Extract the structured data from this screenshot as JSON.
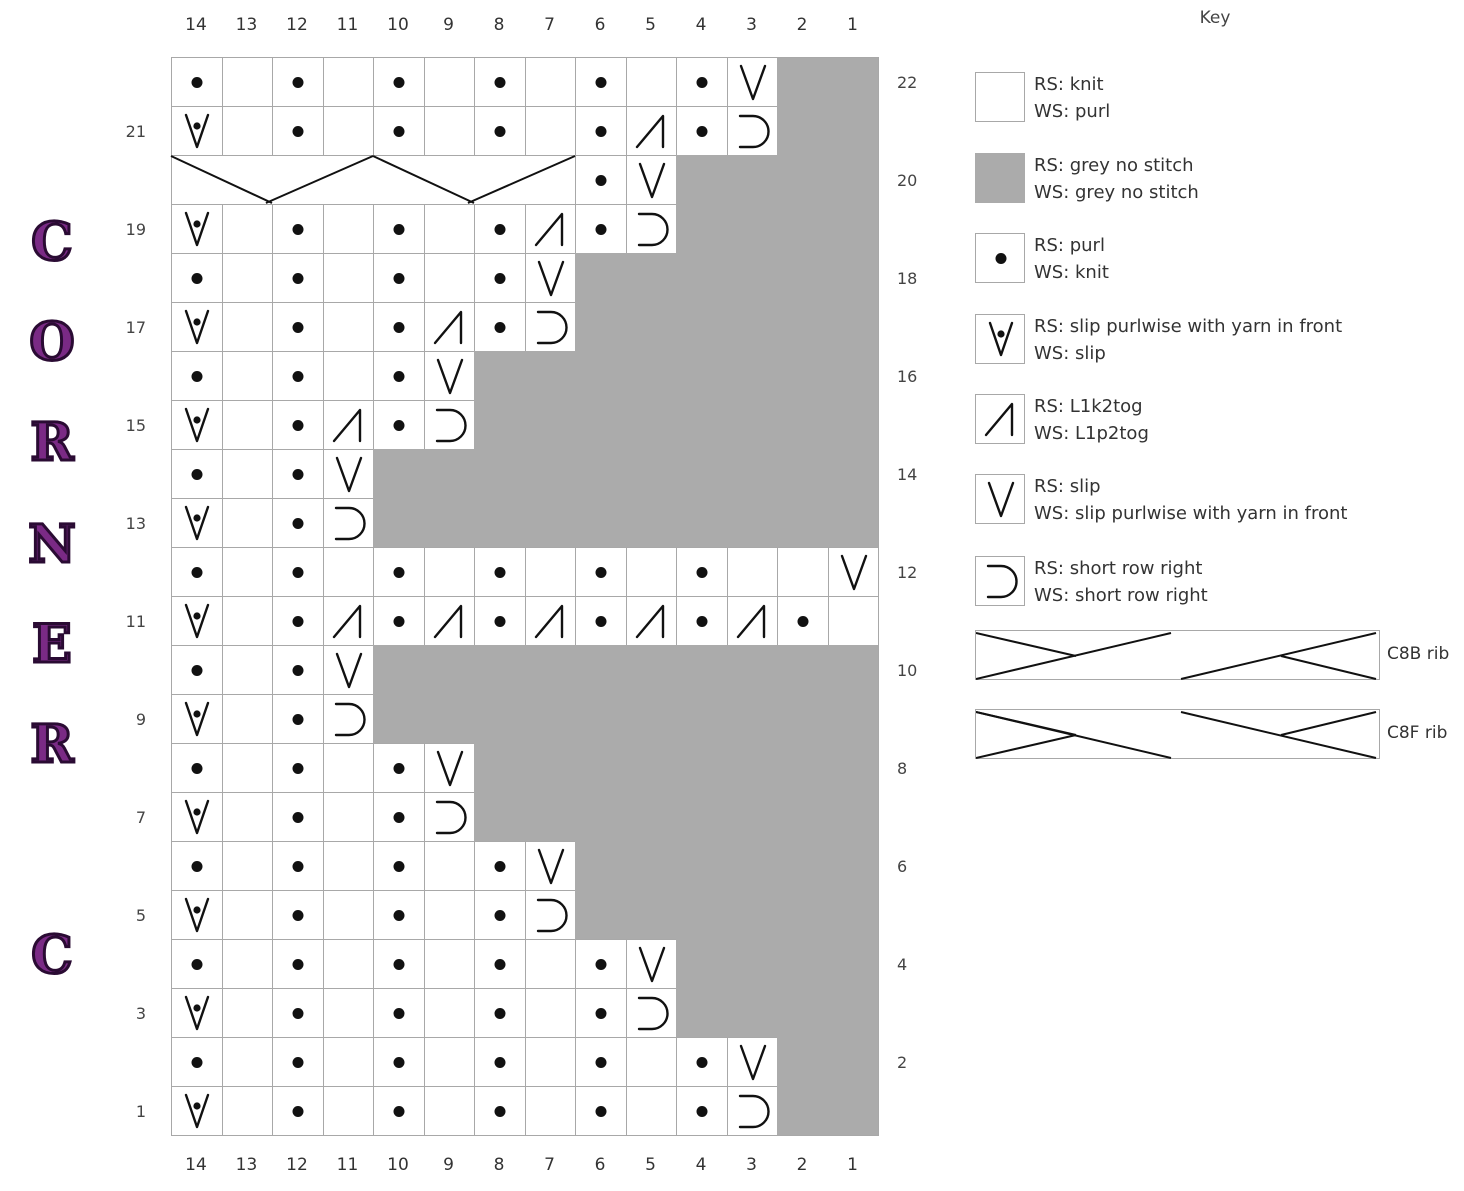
{
  "side_text": {
    "letters": [
      "C",
      "O",
      "R",
      "N",
      "E",
      "R",
      "C"
    ]
  },
  "chart": {
    "column_numbers": [
      "14",
      "13",
      "12",
      "11",
      "10",
      "9",
      "8",
      "7",
      "6",
      "5",
      "4",
      "3",
      "2",
      "1"
    ],
    "right_row_numbers": [
      "22",
      "20",
      "18",
      "16",
      "14",
      "12",
      "10",
      "8",
      "6",
      "4",
      "2"
    ],
    "left_row_numbers": [
      "21",
      "19",
      "17",
      "15",
      "13",
      "11",
      "9",
      "7",
      "5",
      "3",
      "1"
    ],
    "rows": [
      {
        "row": 22,
        "cells": [
          "p",
          "k",
          "p",
          "k",
          "p",
          "k",
          "p",
          "k",
          "p",
          "k",
          "p",
          "sl",
          "g",
          "g"
        ]
      },
      {
        "row": 21,
        "cells": [
          "swyif",
          "k",
          "p",
          "k",
          "p",
          "k",
          "p",
          "k",
          "p",
          "l1k2tog",
          "p",
          "srr",
          "g",
          "g"
        ]
      },
      {
        "row": 20,
        "cells": [
          "cable",
          "cable",
          "cable",
          "cable",
          "cable",
          "cable",
          "cable",
          "cable",
          "p",
          "sl",
          "g",
          "g",
          "g",
          "g"
        ]
      },
      {
        "row": 19,
        "cells": [
          "swyif",
          "k",
          "p",
          "k",
          "p",
          "k",
          "p",
          "l1k2tog",
          "p",
          "srr",
          "g",
          "g",
          "g",
          "g"
        ]
      },
      {
        "row": 18,
        "cells": [
          "p",
          "k",
          "p",
          "k",
          "p",
          "k",
          "p",
          "sl",
          "g",
          "g",
          "g",
          "g",
          "g",
          "g"
        ]
      },
      {
        "row": 17,
        "cells": [
          "swyif",
          "k",
          "p",
          "k",
          "p",
          "l1k2tog",
          "p",
          "srr",
          "g",
          "g",
          "g",
          "g",
          "g",
          "g"
        ]
      },
      {
        "row": 16,
        "cells": [
          "p",
          "k",
          "p",
          "k",
          "p",
          "sl",
          "g",
          "g",
          "g",
          "g",
          "g",
          "g",
          "g",
          "g"
        ]
      },
      {
        "row": 15,
        "cells": [
          "swyif",
          "k",
          "p",
          "l1k2tog",
          "p",
          "srr",
          "g",
          "g",
          "g",
          "g",
          "g",
          "g",
          "g",
          "g"
        ]
      },
      {
        "row": 14,
        "cells": [
          "p",
          "k",
          "p",
          "sl",
          "g",
          "g",
          "g",
          "g",
          "g",
          "g",
          "g",
          "g",
          "g",
          "g"
        ]
      },
      {
        "row": 13,
        "cells": [
          "swyif",
          "k",
          "p",
          "srr",
          "g",
          "g",
          "g",
          "g",
          "g",
          "g",
          "g",
          "g",
          "g",
          "g"
        ]
      },
      {
        "row": 12,
        "cells": [
          "p",
          "k",
          "p",
          "k",
          "p",
          "k",
          "p",
          "k",
          "p",
          "k",
          "p",
          "k",
          "k",
          "sl"
        ]
      },
      {
        "row": 11,
        "cells": [
          "swyif",
          "k",
          "p",
          "l1k2tog",
          "p",
          "l1k2tog",
          "p",
          "l1k2tog",
          "p",
          "l1k2tog",
          "p",
          "l1k2tog",
          "p",
          "k"
        ]
      },
      {
        "row": 10,
        "cells": [
          "p",
          "k",
          "p",
          "sl",
          "g",
          "g",
          "g",
          "g",
          "g",
          "g",
          "g",
          "g",
          "g",
          "g"
        ]
      },
      {
        "row": 9,
        "cells": [
          "swyif",
          "k",
          "p",
          "srr",
          "g",
          "g",
          "g",
          "g",
          "g",
          "g",
          "g",
          "g",
          "g",
          "g"
        ]
      },
      {
        "row": 8,
        "cells": [
          "p",
          "k",
          "p",
          "k",
          "p",
          "sl",
          "g",
          "g",
          "g",
          "g",
          "g",
          "g",
          "g",
          "g"
        ]
      },
      {
        "row": 7,
        "cells": [
          "swyif",
          "k",
          "p",
          "k",
          "p",
          "srr",
          "g",
          "g",
          "g",
          "g",
          "g",
          "g",
          "g",
          "g"
        ]
      },
      {
        "row": 6,
        "cells": [
          "p",
          "k",
          "p",
          "k",
          "p",
          "k",
          "p",
          "sl",
          "g",
          "g",
          "g",
          "g",
          "g",
          "g"
        ]
      },
      {
        "row": 5,
        "cells": [
          "swyif",
          "k",
          "p",
          "k",
          "p",
          "k",
          "p",
          "srr",
          "g",
          "g",
          "g",
          "g",
          "g",
          "g"
        ]
      },
      {
        "row": 4,
        "cells": [
          "p",
          "k",
          "p",
          "k",
          "p",
          "k",
          "p",
          "k",
          "p",
          "sl",
          "g",
          "g",
          "g",
          "g"
        ]
      },
      {
        "row": 3,
        "cells": [
          "swyif",
          "k",
          "p",
          "k",
          "p",
          "k",
          "p",
          "k",
          "p",
          "srr",
          "g",
          "g",
          "g",
          "g"
        ]
      },
      {
        "row": 2,
        "cells": [
          "p",
          "k",
          "p",
          "k",
          "p",
          "k",
          "p",
          "k",
          "p",
          "k",
          "p",
          "sl",
          "g",
          "g"
        ]
      },
      {
        "row": 1,
        "cells": [
          "swyif",
          "k",
          "p",
          "k",
          "p",
          "k",
          "p",
          "k",
          "p",
          "k",
          "p",
          "srr",
          "g",
          "g"
        ]
      }
    ],
    "cables": [
      {
        "row": 20,
        "from_col": 14,
        "to_col": 11,
        "type": "C8B rib"
      },
      {
        "row": 20,
        "from_col": 10,
        "to_col": 7,
        "type": "C8B rib"
      }
    ]
  },
  "key": {
    "title": "Key",
    "items": [
      {
        "symbol": "k",
        "rs": "RS: knit",
        "ws": "WS: purl"
      },
      {
        "symbol": "g",
        "rs": "RS: grey no stitch",
        "ws": "WS: grey no stitch"
      },
      {
        "symbol": "p",
        "rs": "RS: purl",
        "ws": "WS: knit"
      },
      {
        "symbol": "swyif",
        "rs": "RS: slip purlwise with yarn in front",
        "ws": "WS: slip"
      },
      {
        "symbol": "l1k2tog",
        "rs": "RS: L1k2tog",
        "ws": "WS: L1p2tog"
      },
      {
        "symbol": "sl",
        "rs": "RS: slip",
        "ws": "WS: slip purlwise with yarn in front"
      },
      {
        "symbol": "srr",
        "rs": "RS: short row right",
        "ws": "WS: short row right"
      }
    ],
    "cables": [
      {
        "label": "C8B rib"
      },
      {
        "label": "C8F rib"
      }
    ]
  }
}
